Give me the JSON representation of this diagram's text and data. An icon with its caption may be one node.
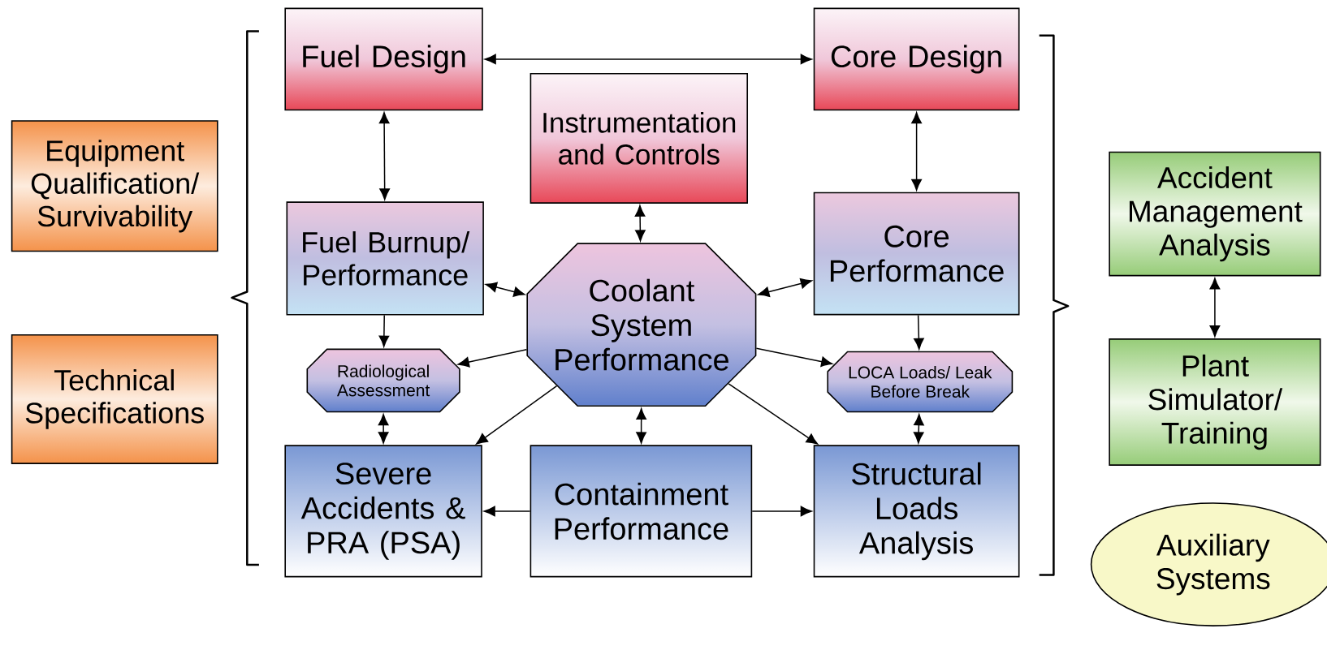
{
  "diagram": {
    "nodes": [
      {
        "text": [
          "Equipment Qualification/ Survivability"
        ]
      },
      {
        "text": [
          "Technical Specifications"
        ]
      },
      {
        "text": [
          "Fuel Design"
        ]
      },
      {
        "text": [
          "Core Design"
        ]
      },
      {
        "text": [
          "Instrumentation and Controls"
        ]
      },
      {
        "text": [
          "Fuel Burnup/ Performance"
        ]
      },
      {
        "text": [
          "Core Performance"
        ]
      },
      {
        "text": [
          "Coolant System Performance"
        ]
      },
      {
        "text": [
          "Radiological Assessment"
        ]
      },
      {
        "text": [
          "LOCA Loads/ Leak Before Break"
        ]
      },
      {
        "text": [
          "Severe Accidents & PRA (PSA)"
        ]
      },
      {
        "text": [
          "Containment Performance"
        ]
      },
      {
        "text": [
          "Structural Loads Analysis"
        ]
      },
      {
        "text": [
          "Accident Management Analysis"
        ]
      },
      {
        "text": [
          "Plant Simulator/ Training"
        ]
      },
      {
        "text": [
          "Auxiliary Systems"
        ]
      }
    ],
    "edges": [
      {
        "from": 2,
        "to": 3,
        "arrow": "both"
      },
      {
        "from": 2,
        "to": 5,
        "arrow": "both"
      },
      {
        "from": 3,
        "to": 6,
        "arrow": "both"
      },
      {
        "from": 4,
        "to": 7,
        "arrow": "both"
      },
      {
        "from": 5,
        "to": 7,
        "arrow": "both"
      },
      {
        "from": 6,
        "to": 7,
        "arrow": "both"
      },
      {
        "from": 5,
        "to": 8,
        "arrow": "to"
      },
      {
        "from": 6,
        "to": 9,
        "arrow": "to"
      },
      {
        "from": 7,
        "to": 8,
        "arrow": "to"
      },
      {
        "from": 7,
        "to": 9,
        "arrow": "to"
      },
      {
        "from": 7,
        "to": 10,
        "arrow": "to"
      },
      {
        "from": 7,
        "to": 12,
        "arrow": "to"
      },
      {
        "from": 7,
        "to": 11,
        "arrow": "both"
      },
      {
        "from": 8,
        "to": 10,
        "arrow": "both"
      },
      {
        "from": 9,
        "to": 12,
        "arrow": "both"
      },
      {
        "from": 11,
        "to": 10,
        "arrow": "to"
      },
      {
        "from": 11,
        "to": 12,
        "arrow": "to"
      },
      {
        "from": 13,
        "to": 14,
        "arrow": "both"
      }
    ]
  }
}
